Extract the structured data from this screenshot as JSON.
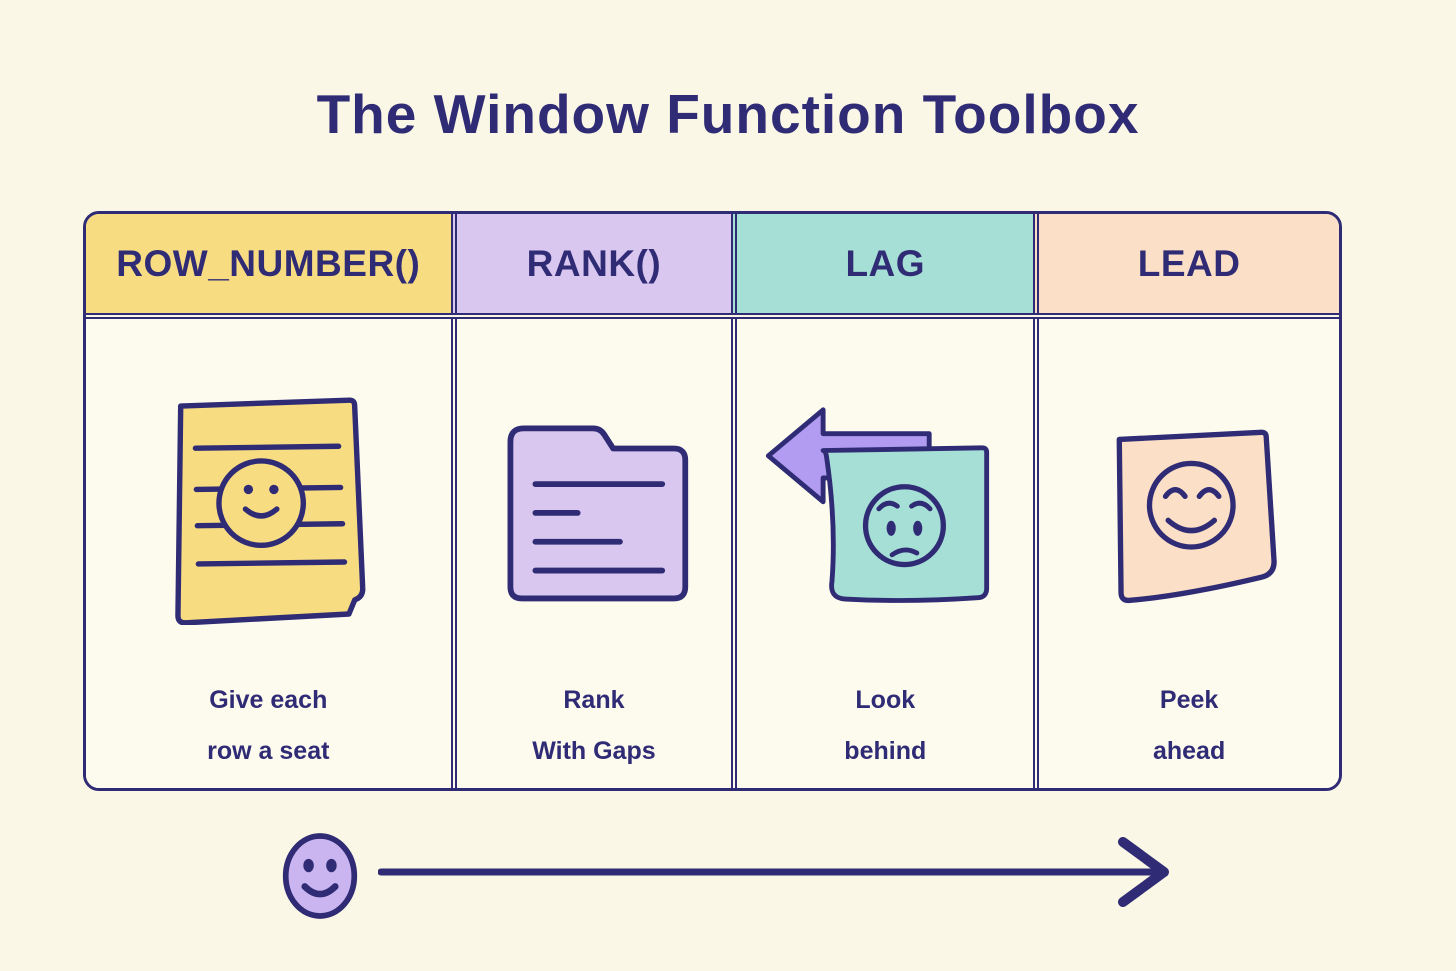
{
  "colors": {
    "bg": "#FAF7E6",
    "cell": "#FDFAEE",
    "ink": "#2F2B75",
    "yellow": "#F8DC82",
    "purple": "#D9C7F0",
    "teal": "#A6DFD6",
    "peach": "#FBDFC6",
    "arrowPurple": "#B19CF1",
    "lilac": "#CBB5F0"
  },
  "title": "The Window Function Toolbox",
  "table": {
    "columns": [
      {
        "header": "ROW_NUMBER()",
        "header_color": "#F8DC82",
        "icon": "lined-sticky-note-smiley-icon",
        "caption": [
          "Give each",
          "row a seat"
        ]
      },
      {
        "header": "RANK()",
        "header_color": "#D9C7F0",
        "icon": "folder-with-lines-icon",
        "caption": [
          "Rank",
          "With Gaps"
        ]
      },
      {
        "header": "LAG",
        "header_color": "#A6DFD6",
        "icon": "back-arrow-worried-note-icon",
        "caption": [
          "Look",
          "behind"
        ]
      },
      {
        "header": "LEAD",
        "header_color": "#FBDFC6",
        "icon": "happy-note-icon",
        "caption": [
          "Peek",
          "ahead"
        ]
      }
    ]
  },
  "footer": {
    "smiley": "smiley-face-icon",
    "arrow": "timeline-right-arrow-icon"
  }
}
